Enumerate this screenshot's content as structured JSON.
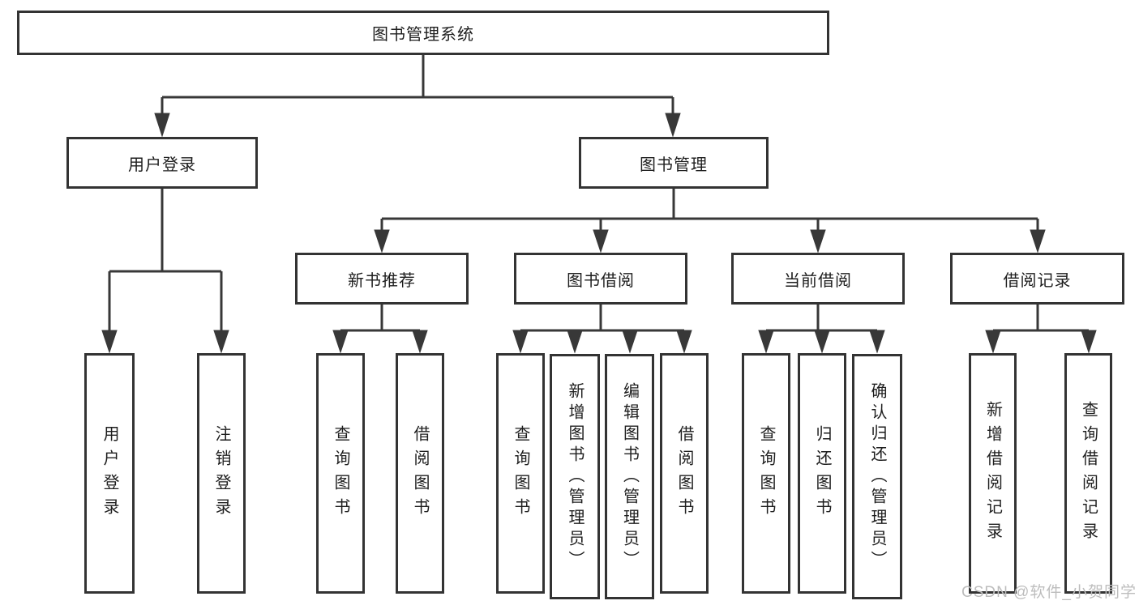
{
  "diagram": {
    "root": "图书管理系统",
    "level2": [
      "用户登录",
      "图书管理"
    ],
    "level3": [
      "新书推荐",
      "图书借阅",
      "当前借阅",
      "借阅记录"
    ],
    "leaves": {
      "user_login": [
        "用户登录",
        "注销登录"
      ],
      "new_book": [
        "查询图书",
        "借阅图书"
      ],
      "book_borrow": [
        "查询图书",
        "新增图书（管理员）",
        "编辑图书（管理员）",
        "借阅图书"
      ],
      "current_borrow": [
        "查询图书",
        "归还图书",
        "确认归还（管理员）"
      ],
      "borrow_records": [
        "新增借阅记录",
        "查询借阅记录"
      ]
    }
  },
  "watermark": "CSDN @软件_小贺同学",
  "colors": {
    "line": "#383838",
    "border": "#333333",
    "text": "#1e1e1e",
    "watermark": "#bdbdbd",
    "background": "#ffffff"
  }
}
